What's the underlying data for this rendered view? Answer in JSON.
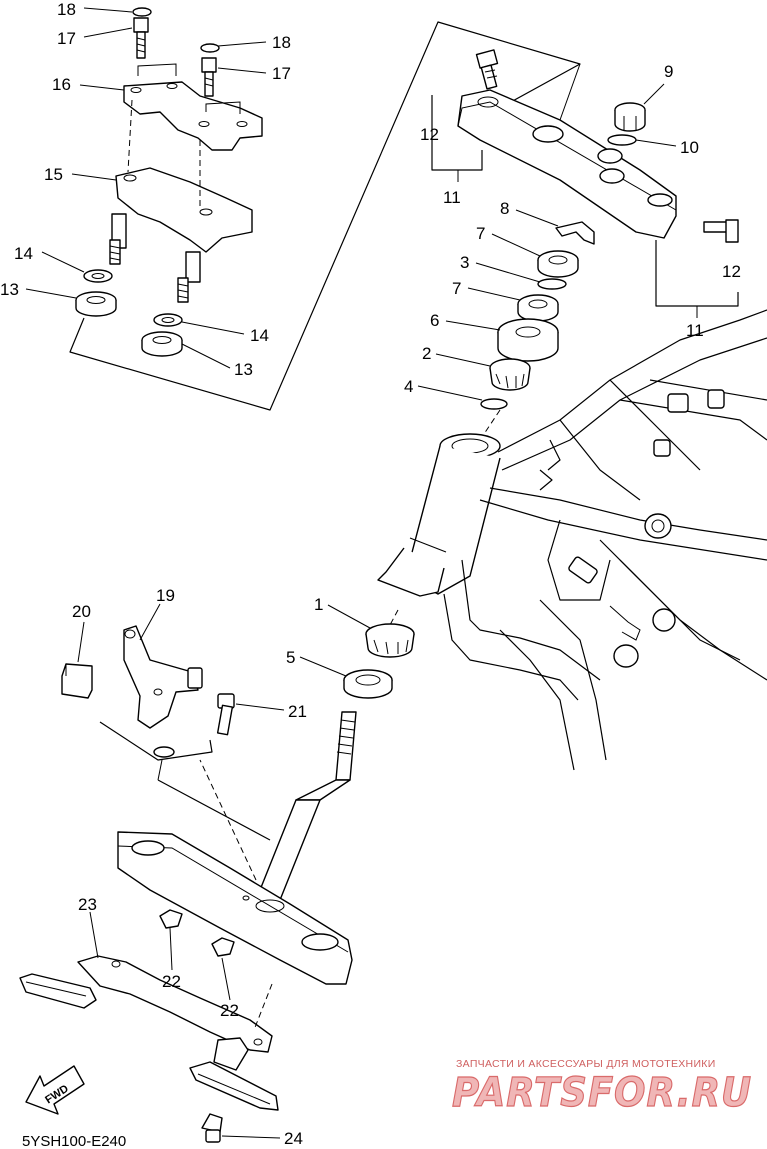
{
  "callouts": [
    "18",
    "17",
    "16",
    "15",
    "14",
    "13",
    "18",
    "17",
    "14",
    "13",
    "12",
    "11",
    "9",
    "10",
    "8",
    "7",
    "3",
    "7",
    "6",
    "2",
    "4",
    "12",
    "11",
    "20",
    "19",
    "1",
    "5",
    "21",
    "23",
    "22",
    "22",
    "24"
  ],
  "diagram_code": "5YSH100-E240",
  "fwd_label": "FWD",
  "watermark": {
    "tagline": "ЗАПЧАСТИ И АКСЕССУАРЫ ДЛЯ МОТОТЕХНИКИ",
    "brand": "PARTSFOR.RU"
  }
}
